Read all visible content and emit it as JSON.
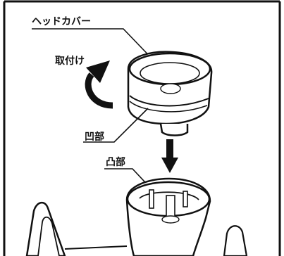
{
  "labels": {
    "head_cover": "ヘッドカバー",
    "attach": "取付け",
    "concave": "凹部",
    "convex": "凸部"
  }
}
